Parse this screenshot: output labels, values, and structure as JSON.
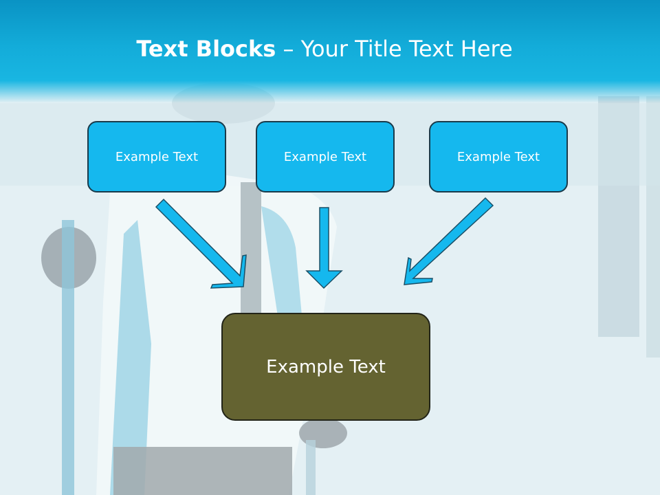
{
  "title": {
    "bold": "Text Blocks",
    "separator": " – ",
    "rest": "Your Title Text Here"
  },
  "boxes": {
    "top_left": "Example Text",
    "top_middle": "Example Text",
    "top_right": "Example Text",
    "center": "Example Text"
  },
  "colors": {
    "title_band": "#13acd9",
    "top_box_fill": "#15b8ee",
    "top_box_border": "#1a3a4a",
    "center_box_fill": "#646331",
    "arrow_fill": "#15b8ee",
    "arrow_stroke": "#1a4f66"
  }
}
